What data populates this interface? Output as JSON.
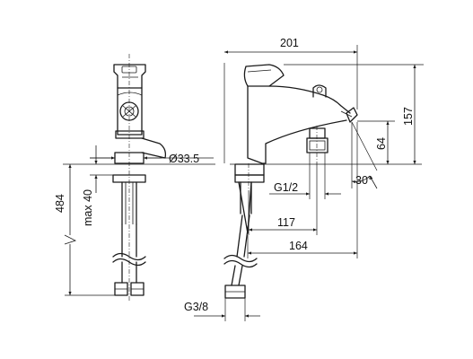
{
  "dimensions": {
    "overall_width": "201",
    "overall_height": "157",
    "spout_height": "64",
    "spout_angle": "30°",
    "connection_thread": "G1/2",
    "spout_reach_117": "117",
    "spout_reach_164": "164",
    "hose_thread": "G3/8",
    "hose_length": "484",
    "max_thickness": "max 40",
    "base_diameter": "Ø33.5"
  }
}
